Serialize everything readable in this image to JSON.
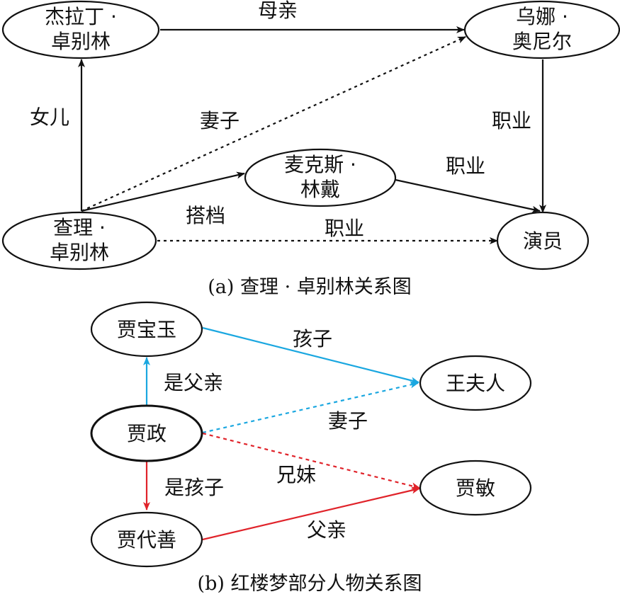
{
  "figure_a": {
    "caption": "(a) 查理 · 卓别林关系图",
    "nodes": {
      "jerald": [
        "杰拉丁 ·",
        "卓别林"
      ],
      "oona": [
        "乌娜 ·",
        "奥尼尔"
      ],
      "max": [
        "麦克斯 ·",
        "林戴"
      ],
      "charlie": [
        "查理 ·",
        "卓别林"
      ],
      "actor": [
        "演员"
      ]
    },
    "edges": {
      "mother": "母亲",
      "daughter": "女儿",
      "wife": "妻子",
      "partner": "搭档",
      "occupation_oona": "职业",
      "occupation_max": "职业",
      "occupation_charlie": "职业"
    }
  },
  "figure_b": {
    "caption": "(b) 红楼梦部分人物关系图",
    "nodes": {
      "baoyu": "贾宝玉",
      "wang": "王夫人",
      "zheng": "贾政",
      "min": "贾敏",
      "daishan": "贾代善"
    },
    "edges": {
      "child_wang": "孩子",
      "father": "是父亲",
      "wife": "妻子",
      "sibling": "兄妹",
      "is_child": "是孩子",
      "dad": "父亲"
    }
  },
  "colors": {
    "ink": "#111111",
    "blue": "#1aa7e0",
    "red": "#e0232a"
  }
}
